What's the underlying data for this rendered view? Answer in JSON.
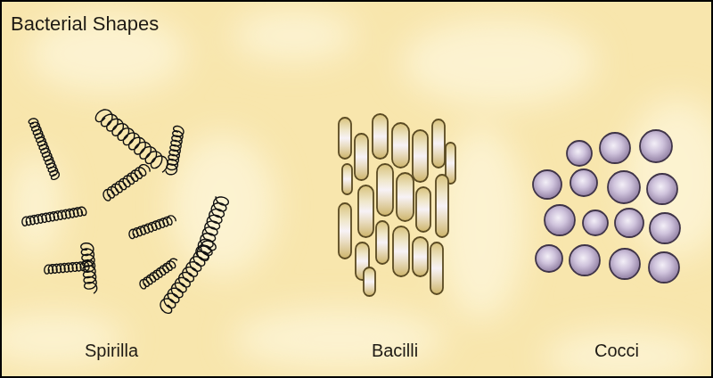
{
  "diagram": {
    "title": "Bacterial Shapes",
    "labels": [
      "Spirilla",
      "Bacilli",
      "Cocci"
    ]
  }
}
